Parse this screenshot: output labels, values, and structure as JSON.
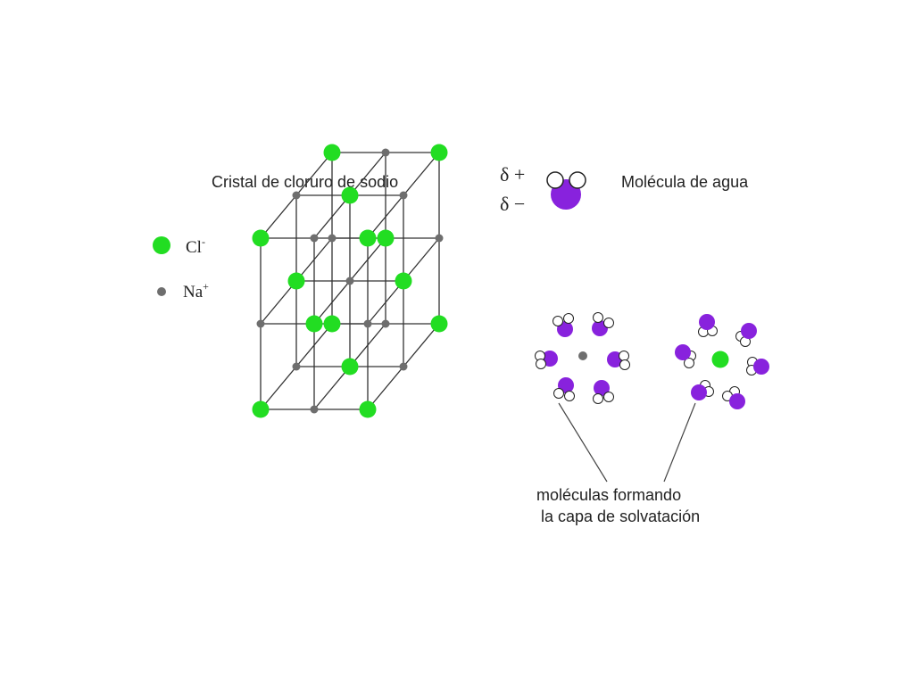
{
  "titles": {
    "crystal": "Cristal de cloruro de sodio",
    "water": "Molécula de agua"
  },
  "legend": {
    "cl": "Cl",
    "cl_sup": "-",
    "na": "Na",
    "na_sup": "+"
  },
  "water_charges": {
    "positive": "δ +",
    "negative": "δ −"
  },
  "caption": {
    "line1": "moléculas formando",
    "line2": "la capa de solvatación"
  },
  "colors": {
    "chloride": "#22dd22",
    "sodium": "#6e6e6e",
    "oxygen": "#8822dd",
    "hydrogen": "#ffffff",
    "lattice": "#333333"
  }
}
